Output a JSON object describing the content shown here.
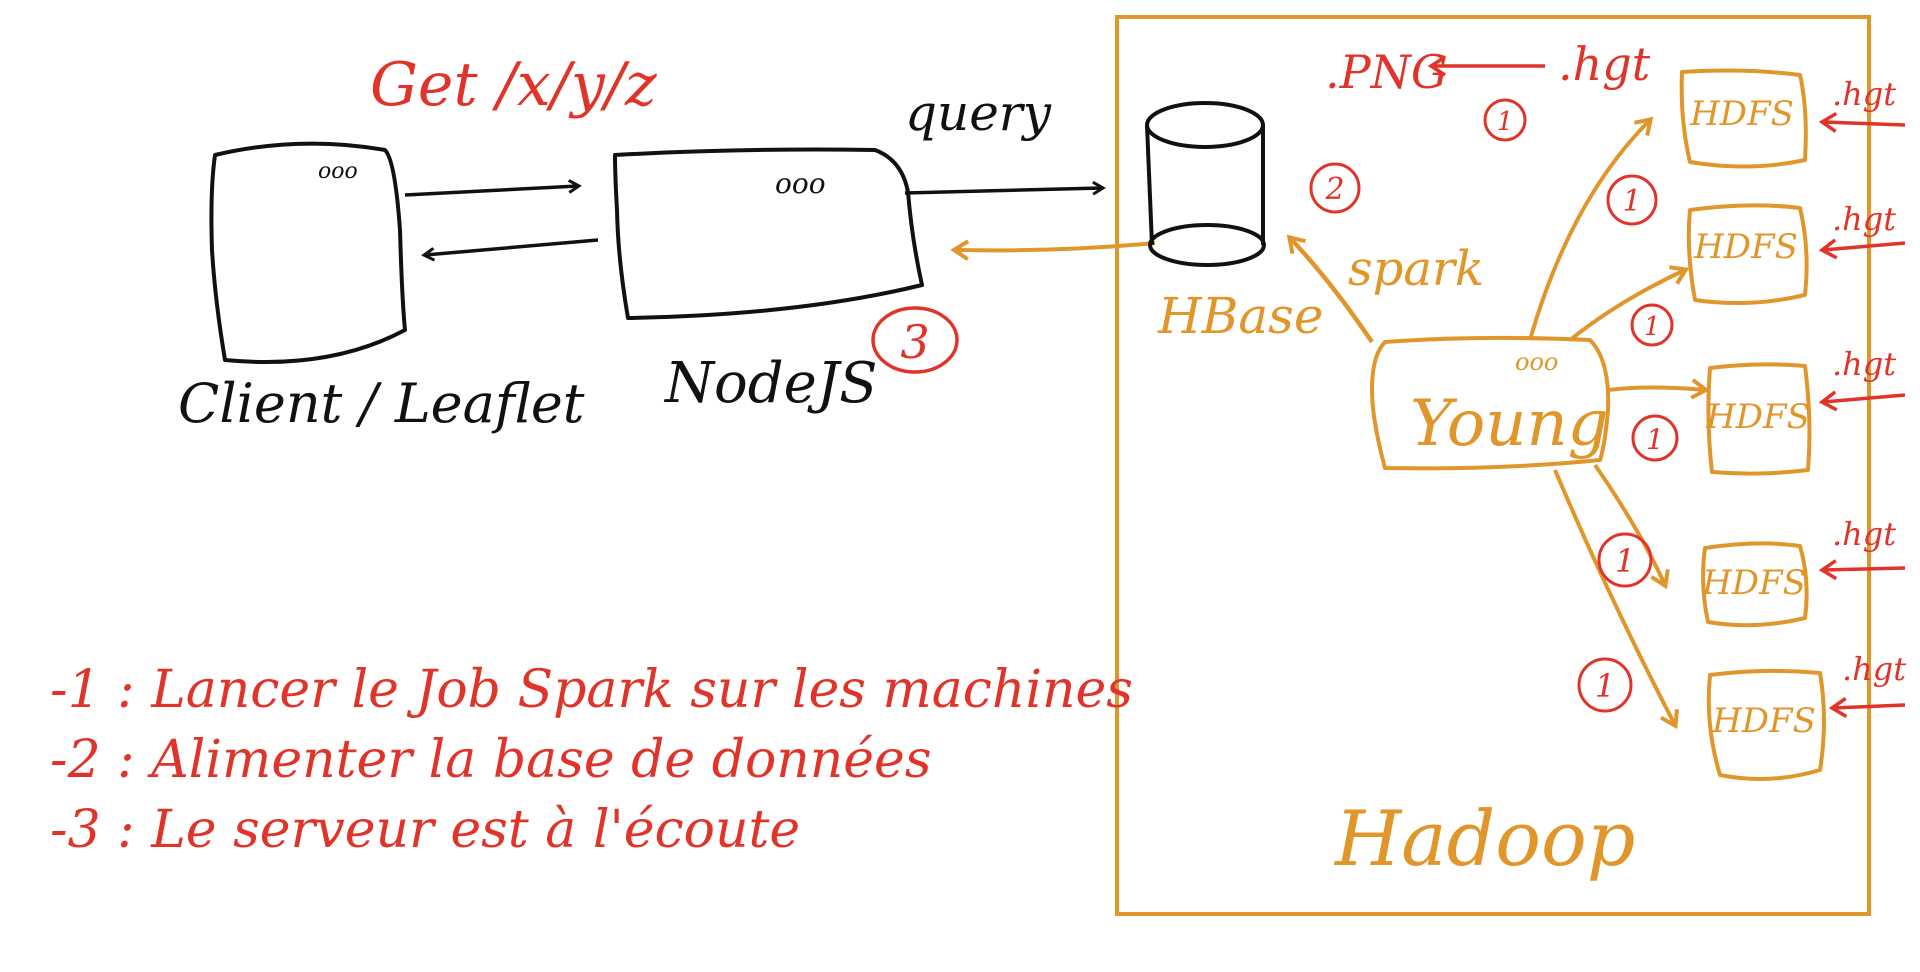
{
  "colors": {
    "ink": "#111111",
    "red": "#e0342a",
    "orange": "#e0962a"
  },
  "request_label": "Get /x/y/z",
  "query_label": "query",
  "client": {
    "label": "Client / Leaflet",
    "dots": "ooo"
  },
  "server": {
    "label": "NodeJS",
    "dots": "ooo",
    "step": "3"
  },
  "hbase": {
    "label": "HBase",
    "step": "2"
  },
  "spark_label": "spark",
  "yarn": {
    "label": "Young",
    "dots": "ooo"
  },
  "png_flow": {
    "png_label": ".PNG",
    "hgt_label": ".hgt",
    "step": "1"
  },
  "hadoop_label": "Hadoop",
  "hdfs_nodes": [
    {
      "label": "HDFS",
      "input": ".hgt",
      "step": "1"
    },
    {
      "label": "HDFS",
      "input": ".hgt",
      "step": "1"
    },
    {
      "label": "HDFS",
      "input": ".hgt",
      "step": "1"
    },
    {
      "label": "HDFS",
      "input": ".hgt",
      "step": "1"
    },
    {
      "label": "HDFS",
      "input": ".hgt",
      "step": "1"
    }
  ],
  "legend": [
    "-1 : Lancer le Job Spark sur les machines",
    "-2 : Alimenter la base de données",
    "-3 : Le serveur est à l'écoute"
  ]
}
